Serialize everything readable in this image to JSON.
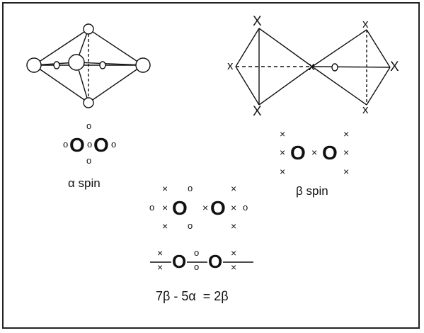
{
  "figure": {
    "alpha_label": "α spin",
    "beta_label": "β spin",
    "equation": "7β - 5α  = 2β",
    "atom_symbol": "O",
    "alpha_marker": "o",
    "beta_marker": "×",
    "tetra_vertex_label_large": "X",
    "tetra_vertex_label_small": "x"
  },
  "colors": {
    "ink": "#111111",
    "background": "#ffffff"
  }
}
